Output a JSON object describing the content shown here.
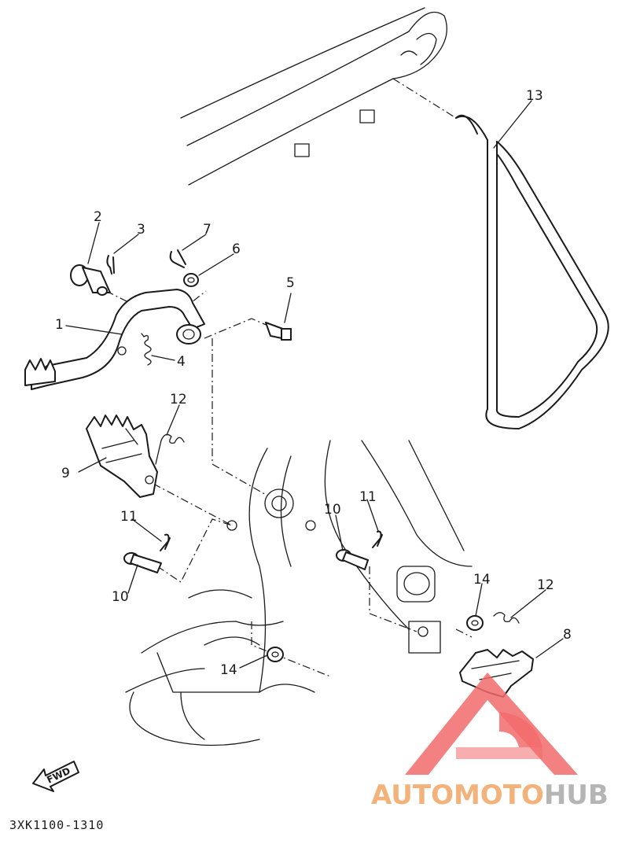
{
  "diagram": {
    "callouts": [
      {
        "id": "c1",
        "text": "1"
      },
      {
        "id": "c2",
        "text": "2"
      },
      {
        "id": "c3",
        "text": "3"
      },
      {
        "id": "c4",
        "text": "4"
      },
      {
        "id": "c5",
        "text": "5"
      },
      {
        "id": "c6",
        "text": "6"
      },
      {
        "id": "c7",
        "text": "7"
      },
      {
        "id": "c8",
        "text": "8"
      },
      {
        "id": "c9",
        "text": "9"
      },
      {
        "id": "c10a",
        "text": "10"
      },
      {
        "id": "c10b",
        "text": "10"
      },
      {
        "id": "c11a",
        "text": "11"
      },
      {
        "id": "c11b",
        "text": "11"
      },
      {
        "id": "c12a",
        "text": "12"
      },
      {
        "id": "c12b",
        "text": "12"
      },
      {
        "id": "c13",
        "text": "13"
      },
      {
        "id": "c14a",
        "text": "14"
      },
      {
        "id": "c14b",
        "text": "14"
      }
    ],
    "direction_label": "FWD",
    "diagram_code": "3XK1100-1310"
  },
  "watermark": {
    "part1": "AUTOMOTO",
    "part2": "HUB",
    "colors": {
      "logo_red": "#f26b6b",
      "text_orange": "#f2b27a",
      "text_gray": "#b5b5b5"
    }
  }
}
